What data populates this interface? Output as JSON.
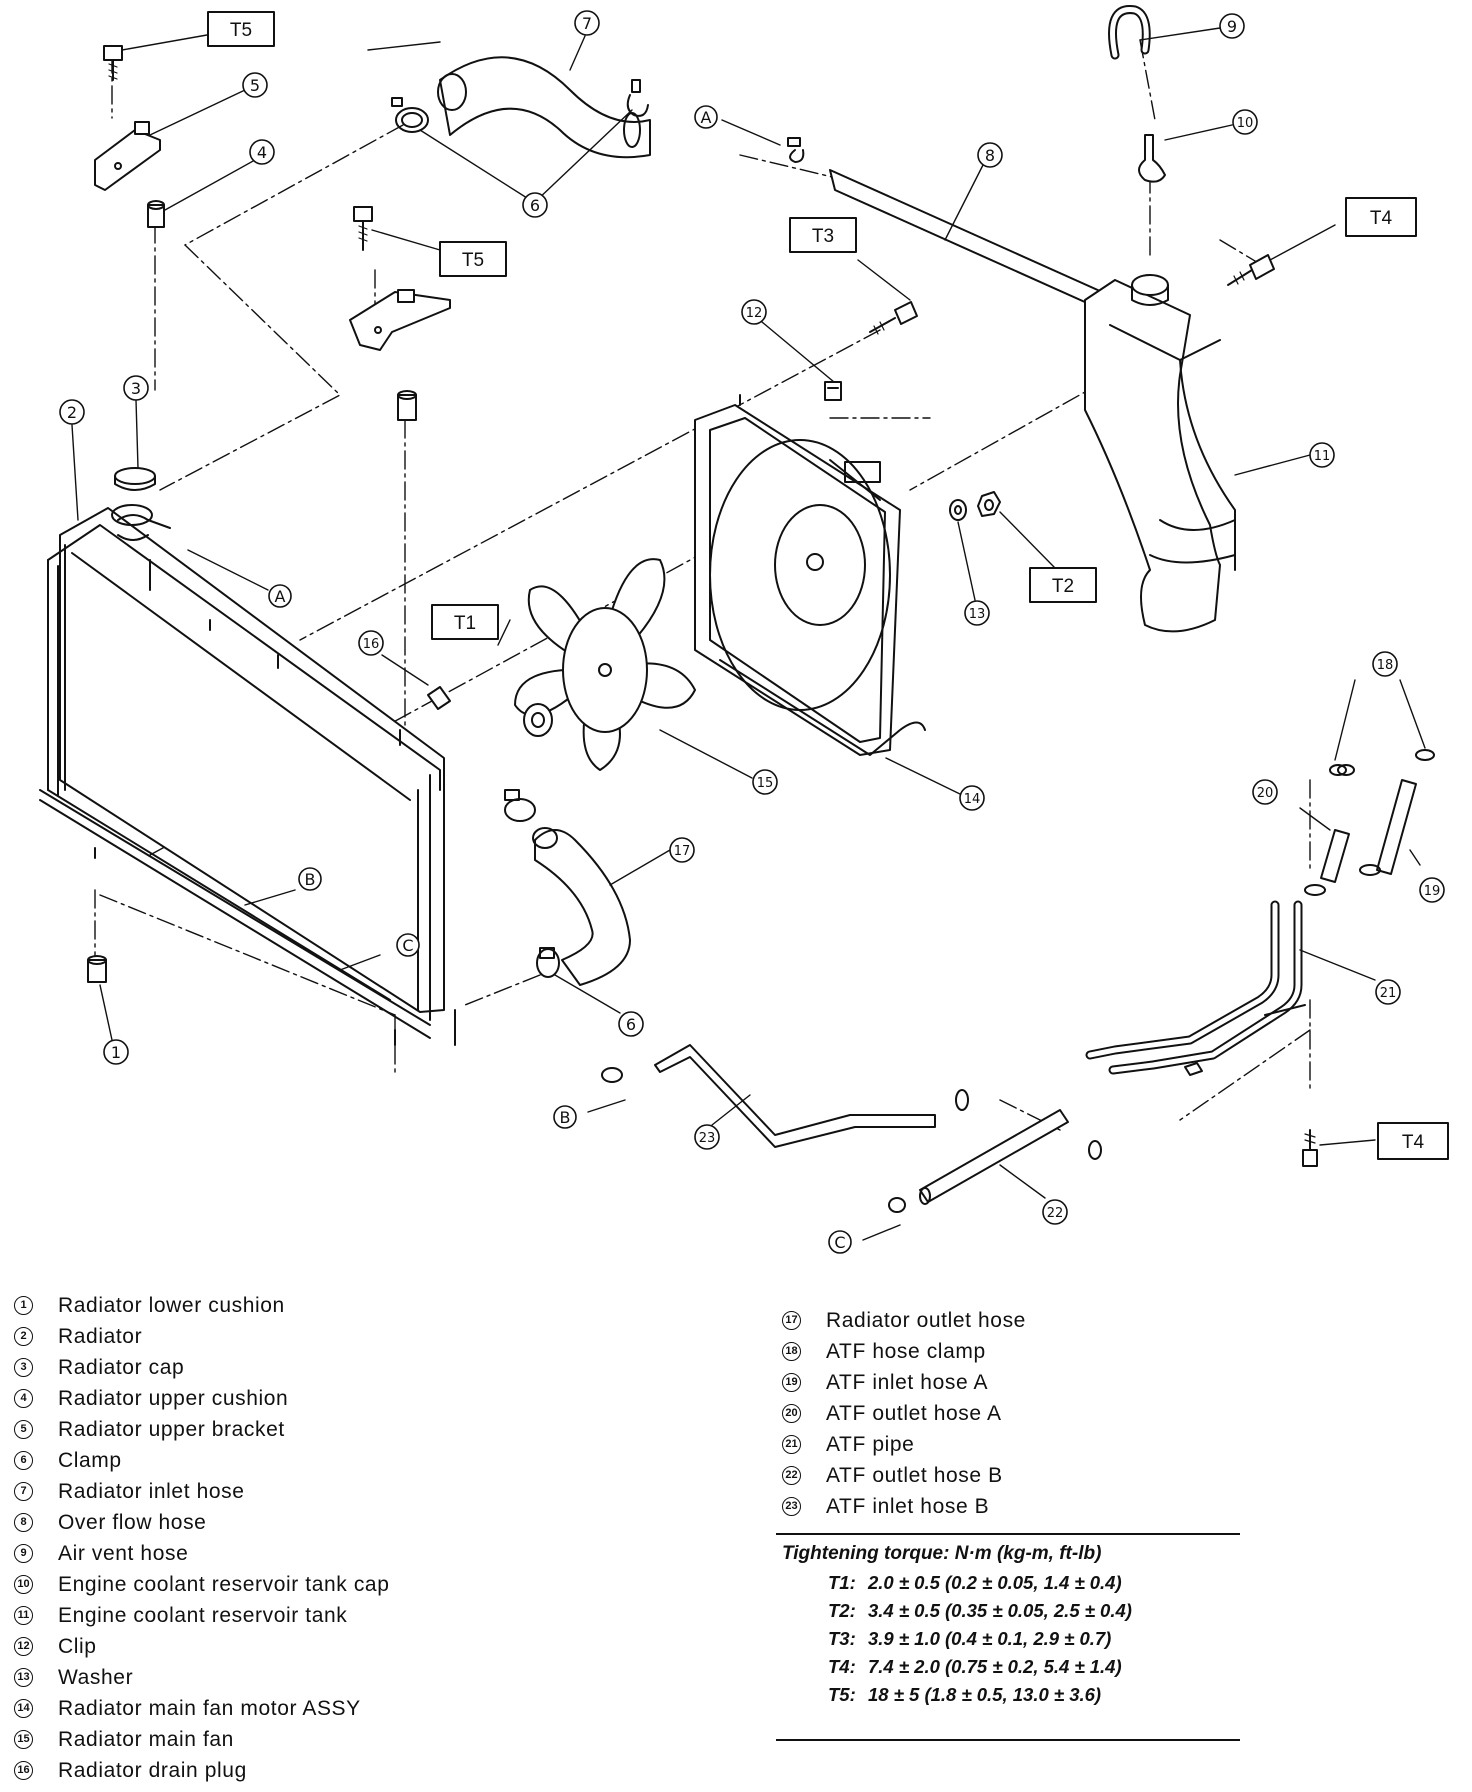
{
  "diagram": {
    "torque_boxes": [
      "T5",
      "T5",
      "T3",
      "T4",
      "T1",
      "T2",
      "T4"
    ],
    "connection_refs": [
      "A",
      "A",
      "B",
      "B",
      "C",
      "C"
    ],
    "callout_numbers": [
      "1",
      "2",
      "3",
      "4",
      "5",
      "6",
      "6",
      "6",
      "7",
      "8",
      "9",
      "10",
      "11",
      "12",
      "13",
      "14",
      "15",
      "16",
      "17",
      "18",
      "19",
      "20",
      "21",
      "22",
      "23"
    ]
  },
  "legend_left": [
    {
      "num": "1",
      "label": "Radiator lower cushion"
    },
    {
      "num": "2",
      "label": "Radiator"
    },
    {
      "num": "3",
      "label": "Radiator cap"
    },
    {
      "num": "4",
      "label": "Radiator upper cushion"
    },
    {
      "num": "5",
      "label": "Radiator upper bracket"
    },
    {
      "num": "6",
      "label": "Clamp"
    },
    {
      "num": "7",
      "label": "Radiator inlet hose"
    },
    {
      "num": "8",
      "label": "Over flow hose"
    },
    {
      "num": "9",
      "label": "Air vent hose"
    },
    {
      "num": "10",
      "label": "Engine coolant reservoir tank cap"
    },
    {
      "num": "11",
      "label": "Engine coolant reservoir tank"
    },
    {
      "num": "12",
      "label": "Clip"
    },
    {
      "num": "13",
      "label": "Washer"
    },
    {
      "num": "14",
      "label": "Radiator main fan motor ASSY"
    },
    {
      "num": "15",
      "label": "Radiator main fan"
    },
    {
      "num": "16",
      "label": "Radiator drain plug"
    }
  ],
  "legend_right": [
    {
      "num": "17",
      "label": "Radiator outlet hose"
    },
    {
      "num": "18",
      "label": "ATF hose clamp"
    },
    {
      "num": "19",
      "label": "ATF inlet hose A"
    },
    {
      "num": "20",
      "label": "ATF outlet hose A"
    },
    {
      "num": "21",
      "label": "ATF pipe"
    },
    {
      "num": "22",
      "label": "ATF outlet hose B"
    },
    {
      "num": "23",
      "label": "ATF inlet hose B"
    }
  ],
  "torque": {
    "title": "Tightening torque: N·m (kg-m, ft-lb)",
    "rows": [
      {
        "key": "T1:",
        "value": "2.0 ± 0.5 (0.2 ± 0.05, 1.4 ± 0.4)"
      },
      {
        "key": "T2:",
        "value": "3.4 ± 0.5 (0.35 ± 0.05, 2.5 ± 0.4)"
      },
      {
        "key": "T3:",
        "value": "3.9 ± 1.0 (0.4 ± 0.1, 2.9 ± 0.7)"
      },
      {
        "key": "T4:",
        "value": "7.4 ± 2.0 (0.75 ± 0.2, 5.4 ± 1.4)"
      },
      {
        "key": "T5:",
        "value": "18 ± 5 (1.8 ± 0.5, 13.0 ± 3.6)"
      }
    ]
  }
}
